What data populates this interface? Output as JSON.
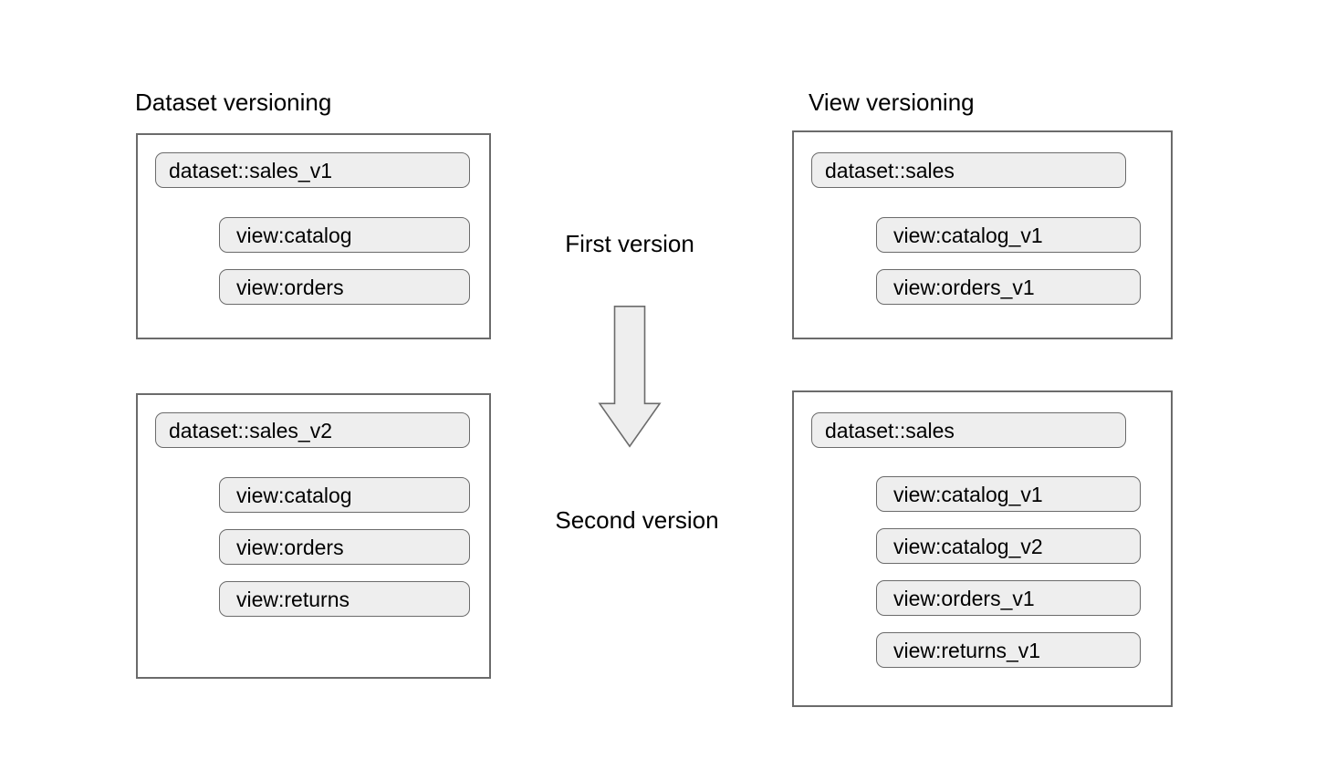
{
  "diagram": {
    "title_left": "Dataset versioning",
    "title_right": "View versioning",
    "stage_first": "First version",
    "stage_second": "Second version",
    "arrow_icon": "down-arrow-icon",
    "colors": {
      "node_fill": "#eeeeee",
      "node_border": "#6b6b6b",
      "panel_border": "#6b6b6b",
      "arrow_fill": "#eeeeee",
      "arrow_border": "#6b6b6b",
      "text": "#000000",
      "background": "#ffffff"
    }
  },
  "columns": {
    "dataset_versioning": {
      "heading": "Dataset versioning",
      "groups": [
        {
          "stage": "First version",
          "dataset": "dataset::sales_v1",
          "views": [
            "view:catalog",
            "view:orders"
          ]
        },
        {
          "stage": "Second version",
          "dataset": "dataset::sales_v2",
          "views": [
            "view:catalog",
            "view:orders",
            "view:returns"
          ]
        }
      ]
    },
    "view_versioning": {
      "heading": "View versioning",
      "groups": [
        {
          "stage": "First version",
          "dataset": "dataset::sales",
          "views": [
            "view:catalog_v1",
            "view:orders_v1"
          ]
        },
        {
          "stage": "Second version",
          "dataset": "dataset::sales",
          "views": [
            "view:catalog_v1",
            "view:catalog_v2",
            "view:orders_v1",
            "view:returns_v1"
          ]
        }
      ]
    }
  }
}
